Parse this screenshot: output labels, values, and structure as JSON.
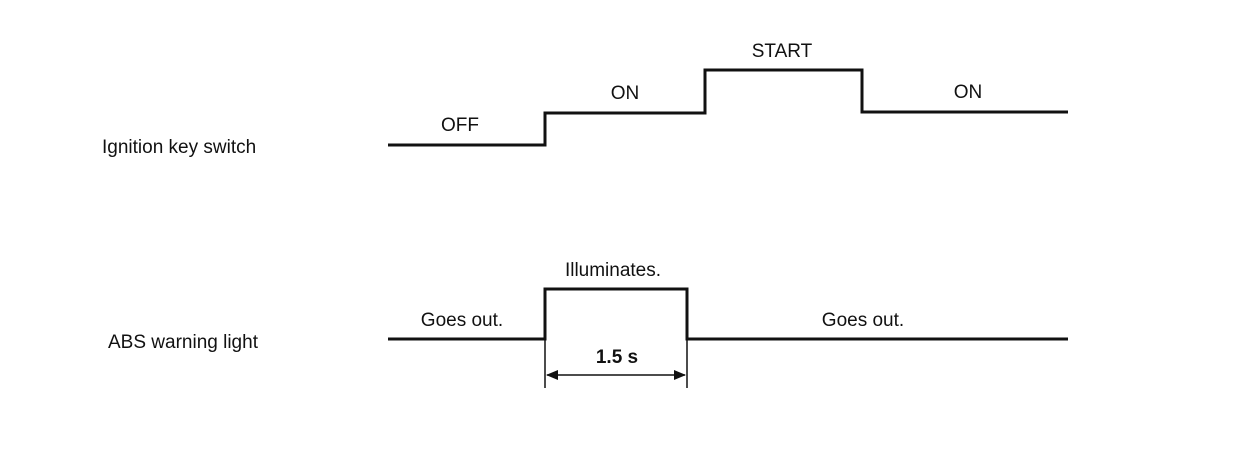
{
  "signals": {
    "ignition": {
      "name": "Ignition key switch",
      "states": {
        "off": "OFF",
        "on1": "ON",
        "start": "START",
        "on2": "ON"
      }
    },
    "abs": {
      "name": "ABS warning light",
      "states": {
        "out1": "Goes out.",
        "illum": "Illuminates.",
        "out2": "Goes out."
      },
      "duration": "1.5 s"
    }
  },
  "colors": {
    "line": "#111111",
    "background": "#ffffff"
  }
}
